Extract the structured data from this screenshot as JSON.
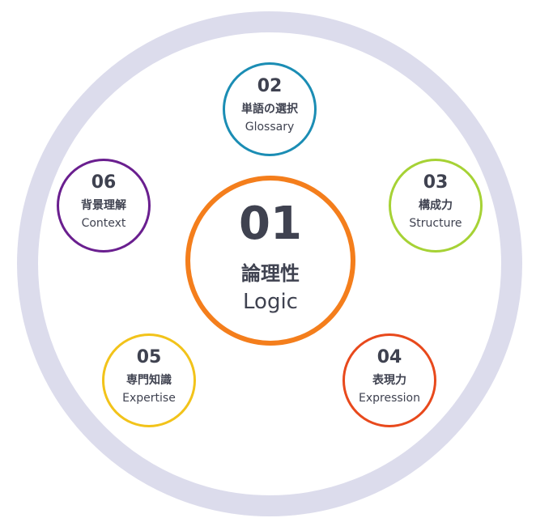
{
  "center": {
    "num": "01",
    "jp": "論理性",
    "en": "Logic",
    "color": "#f47e1c"
  },
  "nodes": [
    {
      "num": "02",
      "jp": "単語の選択",
      "en": "Glossary",
      "color": "#1b8db4"
    },
    {
      "num": "03",
      "jp": "構成力",
      "en": "Structure",
      "color": "#a6d235"
    },
    {
      "num": "04",
      "jp": "表現力",
      "en": "Expression",
      "color": "#e8491c"
    },
    {
      "num": "05",
      "jp": "専門知識",
      "en": "Expertise",
      "color": "#f2c31a"
    },
    {
      "num": "06",
      "jp": "背景理解",
      "en": "Context",
      "color": "#6a1f8f"
    }
  ],
  "ring_color": "#dcdcec"
}
